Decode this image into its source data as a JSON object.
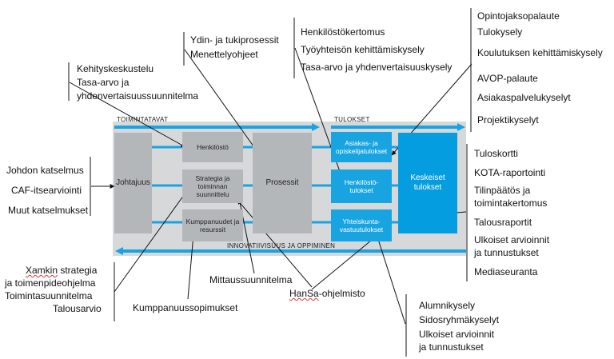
{
  "bands": {
    "top_left": "TOIMINTATAVAT",
    "top_right": "TULOKSET",
    "bottom": "INNOVATIIVISUUS JA OPPIMINEN"
  },
  "model": {
    "johtajuus": "Johtajuus",
    "henkilosto": "Henkilöstö",
    "strategia": "Strategia ja toiminnan suunnittelu",
    "kumppanuudet": "Kumppanuudet ja resurssit",
    "prosessit": "Prosessit",
    "asiakas": "Asiakas- ja opiskelijatulokset",
    "henkilosto_tulokset": "Henkilöstö-tulokset",
    "yhteiskunta": "Yhteiskunta-vastuutulokset",
    "keskeiset": "Keskeiset tulokset"
  },
  "callouts": {
    "kehitys": [
      "Kehityskeskustelu",
      "Tasa-arvo ja",
      "yhdenvertaisuussuunnitelma"
    ],
    "ydin": [
      "Ydin- ja tukiprosessit",
      "Menettelyohjeet"
    ],
    "henkilostokertomus": [
      "Henkilöstökertomus",
      "Työyhteisön kehittämiskysely",
      "Tasa-arvo ja yhdenvertaisuuskysely"
    ],
    "opintojakso": [
      "Opintojaksopalaute",
      "Tulokysely",
      "Koulutuksen kehittämiskysely",
      "AVOP-palaute",
      "Asiakaspalvelukyselyt",
      "Projektikyselyt"
    ],
    "johdon": [
      "Johdon katselmus",
      "CAF-itsearviointi",
      "Muut katselmukset"
    ],
    "tuloskortti": [
      "Tuloskortti",
      "KOTA-raportointi",
      "Tilinpäätös ja",
      "toimintakertomus",
      "Talousraportit",
      "Ulkoiset arvioinnit",
      "ja tunnustukset",
      "Mediaseuranta"
    ],
    "xamk_word": "Xamkin",
    "xamk_rest": " strategia",
    "xamk": [
      "ja toimenpideohjelma",
      "Toimintasuunnitelma",
      "Talousarvio"
    ],
    "kumppanuussopimukset": "Kumppanuussopimukset",
    "mittaus": "Mittaussuunnitelma",
    "hansa_word": "HanSa",
    "hansa_rest": "-ohjelmisto",
    "alumni": [
      "Alumnikysely",
      "Sidosryhmäkyselyt",
      "Ulkoiset arvioinnit",
      "ja tunnustukset"
    ]
  },
  "colors": {
    "accent_blue": "#18a4e0",
    "dark_blue": "#049ee0",
    "gray_box": "#b4b7ba",
    "band_gray": "#d6d8da"
  }
}
